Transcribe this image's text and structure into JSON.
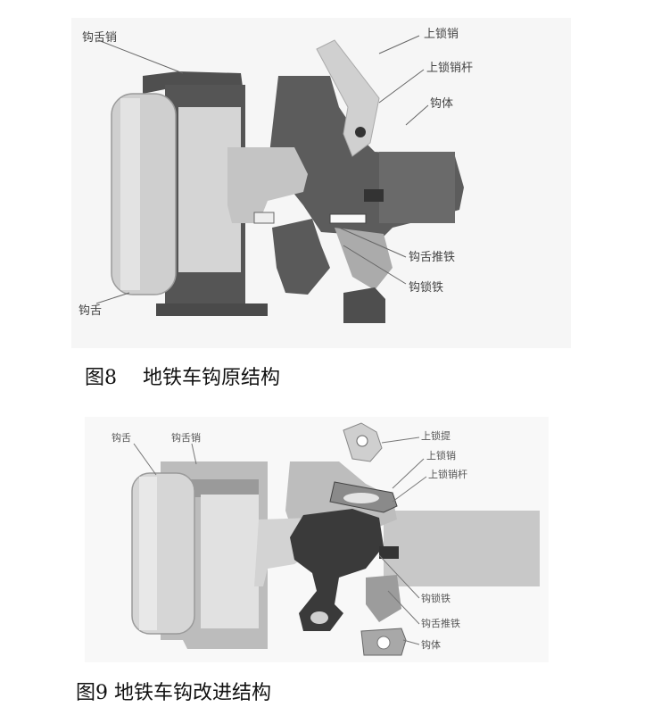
{
  "figure8": {
    "caption": "图8　 地铁车钩原结构",
    "labels": {
      "tongue_pin": "钩舌销",
      "upper_lock_pin": "上锁销",
      "upper_lock_rod": "上锁销杆",
      "body": "钩体",
      "tongue_push_iron": "钩舌推铁",
      "lock_iron": "钩锁铁",
      "tongue": "钩舌"
    }
  },
  "figure9": {
    "caption": "图9 地铁车钩改进结构",
    "labels": {
      "tongue": "钩舌",
      "tongue_pin": "钩舌销",
      "upper_lock_lifter": "上锁提",
      "upper_lock_pin": "上锁销",
      "upper_lock_rod": "上锁销杆",
      "lock_iron": "钩锁铁",
      "tongue_push_iron": "钩舌推铁",
      "body": "钩体"
    }
  },
  "colors": {
    "dark": "#5c5c5c",
    "mid": "#8e8e8e",
    "light": "#c9c9c9",
    "pale": "#e2e2e2",
    "darkest": "#3a3a3a"
  }
}
